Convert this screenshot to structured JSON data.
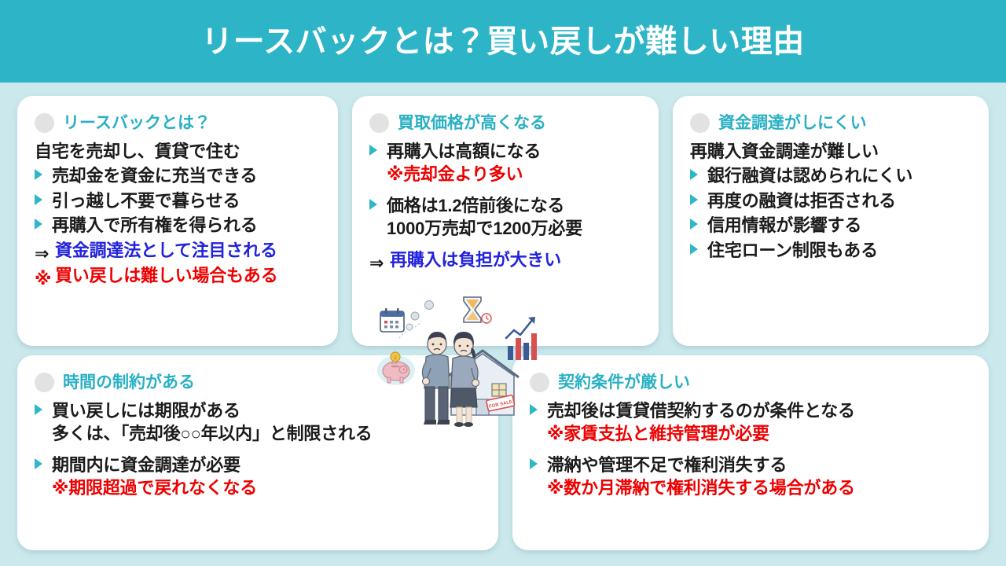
{
  "header": {
    "title": "リースバックとは？買い戻しが難しい理由",
    "bg_color": "#2db4c6",
    "text_color": "#ffffff"
  },
  "colors": {
    "background": "#cbe9ed",
    "card": "#ffffff",
    "heading": "#29b0c4",
    "bullet_arrow": "#2fb6c8",
    "text": "#1b1b1b",
    "red": "#ee0000",
    "blue": "#2222dd",
    "head_dot": "#e2e2e2"
  },
  "cards": [
    {
      "heading": "リースバックとは？",
      "lines": [
        {
          "marker": "none",
          "text": "自宅を売却し、賃貸で住む",
          "color": "black"
        },
        {
          "marker": "arrow",
          "text": "売却金を資金に充当できる",
          "color": "black"
        },
        {
          "marker": "arrow",
          "text": "引っ越し不要で暮らせる",
          "color": "black"
        },
        {
          "marker": "arrow",
          "text": "再購入で所有権を得られる",
          "color": "black"
        },
        {
          "marker": "arrow-right",
          "text": "資金調達法として注目される",
          "color": "blue"
        },
        {
          "marker": "kome",
          "text": "買い戻しは難しい場合もある",
          "color": "red"
        }
      ]
    },
    {
      "heading": "買取価格が高くなる",
      "lines": [
        {
          "marker": "arrow",
          "text": "再購入は高額になる",
          "color": "black",
          "sub": "※売却金より多い",
          "sub_color": "red"
        },
        {
          "marker": "arrow",
          "text": "価格は1.2倍前後になる",
          "color": "black",
          "sub": "1000万売却で1200万必要",
          "sub_color": "black",
          "gap": true
        },
        {
          "marker": "arrow-right",
          "text": "再購入は負担が大きい",
          "color": "blue",
          "gap": true
        }
      ]
    },
    {
      "heading": "資金調達がしにくい",
      "lines": [
        {
          "marker": "none",
          "text": "再購入資金調達が難しい",
          "color": "black"
        },
        {
          "marker": "arrow",
          "text": "銀行融資は認められにくい",
          "color": "black"
        },
        {
          "marker": "arrow",
          "text": "再度の融資は拒否される",
          "color": "black"
        },
        {
          "marker": "arrow",
          "text": "信用情報が影響する",
          "color": "black"
        },
        {
          "marker": "arrow",
          "text": "住宅ローン制限もある",
          "color": "black"
        }
      ]
    },
    {
      "heading": "時間の制約がある",
      "lines": [
        {
          "marker": "arrow",
          "text": "買い戻しには期限がある",
          "color": "black",
          "sub": "多くは、「売却後○○年以内」と制限される",
          "sub_color": "black"
        },
        {
          "marker": "arrow",
          "text": "期間内に資金調達が必要",
          "color": "black",
          "sub": "※期限超過で戻れなくなる",
          "sub_color": "red",
          "gap": true
        }
      ]
    },
    {
      "heading": "契約条件が厳しい",
      "lines": [
        {
          "marker": "arrow",
          "text": "売却後は賃貸借契約するのが条件となる",
          "color": "black",
          "sub": "※家賃支払と維持管理が必要",
          "sub_color": "red"
        },
        {
          "marker": "arrow",
          "text": "滞納や管理不足で権利消失する",
          "color": "black",
          "sub": "※数か月滞納で権利消失する場合がある",
          "sub_color": "red",
          "gap": true
        }
      ]
    }
  ],
  "symbols": {
    "arrow_right": "⇒",
    "kome": "※"
  },
  "illustration": {
    "name": "worried-couple-house-illustration",
    "description": "不安そうな夫婦と家（FOR SALE）、カレンダー・砂時計・貯金箱・グラフのアイコン",
    "for_sale_label": "FOR SALE"
  }
}
